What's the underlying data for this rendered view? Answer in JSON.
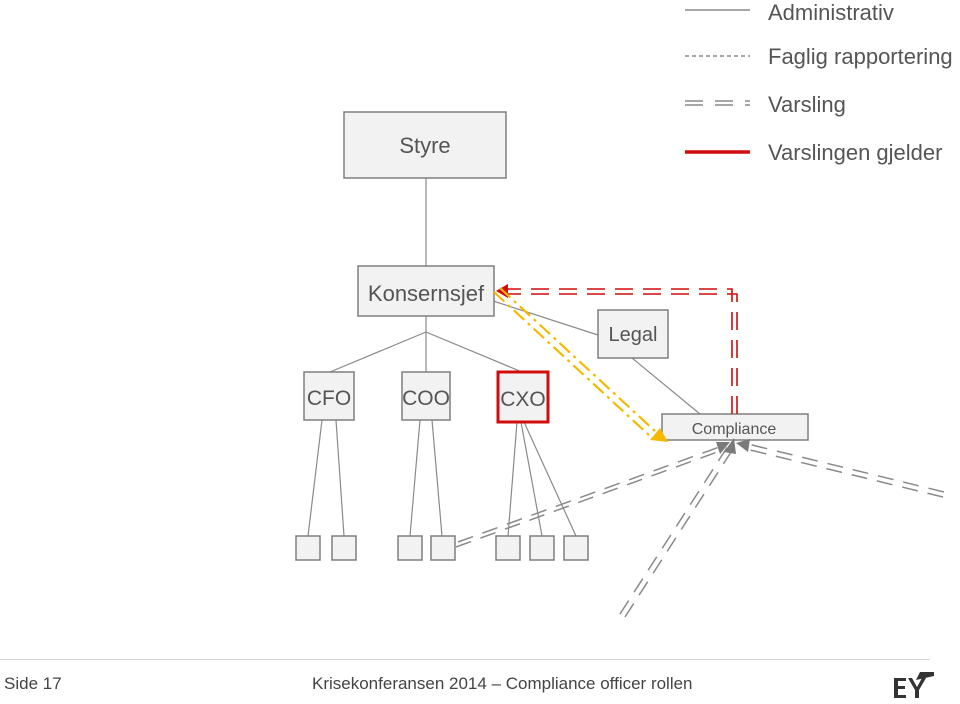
{
  "legend": {
    "administrative": "Administrativ",
    "professional": "Faglig rapportering",
    "whistleblowing": "Varsling",
    "whistleblowing_concerns": "Varslingen gjelder"
  },
  "org": {
    "board": "Styre",
    "ceo": "Konsernsjef",
    "legal": "Legal",
    "cfo": "CFO",
    "coo": "COO",
    "cxo": "CXO",
    "compliance": "Compliance"
  },
  "footer": {
    "page": "Side 17",
    "title": "Krisekonferansen 2014 – Compliance officer rollen",
    "logo": "EY"
  },
  "colors": {
    "line": "#8a8a8a",
    "box_fill": "#f2f2f2",
    "box_stroke": "#7f7f7f",
    "highlight_red": "#d10c0c",
    "arrow_yellow": "#f5b900"
  }
}
